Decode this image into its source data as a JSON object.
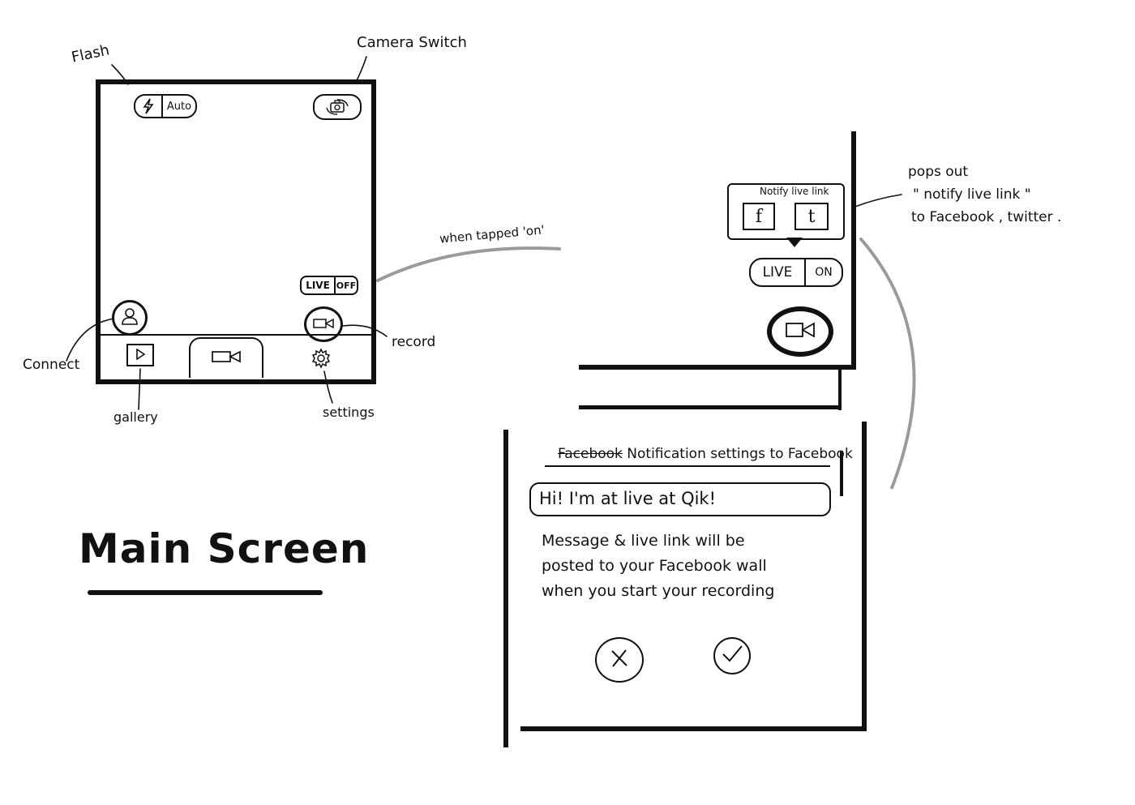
{
  "title": "Main Screen",
  "annotations": {
    "flash": "Flash",
    "camera_switch": "Camera Switch",
    "connect": "Connect",
    "gallery": "gallery",
    "record": "record",
    "settings": "settings",
    "when_tapped": "when tapped 'on'",
    "popout": [
      "pops out",
      "\" notify live link \"",
      "to Facebook , twitter ."
    ]
  },
  "main_screen": {
    "flash_button": {
      "icon": "lightning-icon",
      "label": "Auto"
    },
    "camera_switch_icon": "camera-rotate-icon",
    "live_toggle": {
      "live_label": "LIVE",
      "state_label": "OFF"
    },
    "connect_icon": "person-icon",
    "record_icon": "video-camera-icon",
    "tabbar": {
      "gallery_icon": "play-icon",
      "camera_icon": "video-camera-icon",
      "settings_icon": "gear-icon"
    }
  },
  "live_screen": {
    "popup_title": "Notify live link",
    "share_buttons": [
      "f",
      "t"
    ],
    "live_toggle": {
      "live_label": "LIVE",
      "state_label": "ON"
    },
    "record_icon": "video-camera-icon"
  },
  "notification_screen": {
    "heading_struck": "Facebook",
    "heading": "Notification settings to Facebook",
    "message_value": "Hi! I'm at live at Qik!",
    "description": "Message & live link will be\nposted to your Facebook wall\nwhen you start your recording",
    "cancel_icon": "close-icon",
    "confirm_icon": "check-icon"
  }
}
